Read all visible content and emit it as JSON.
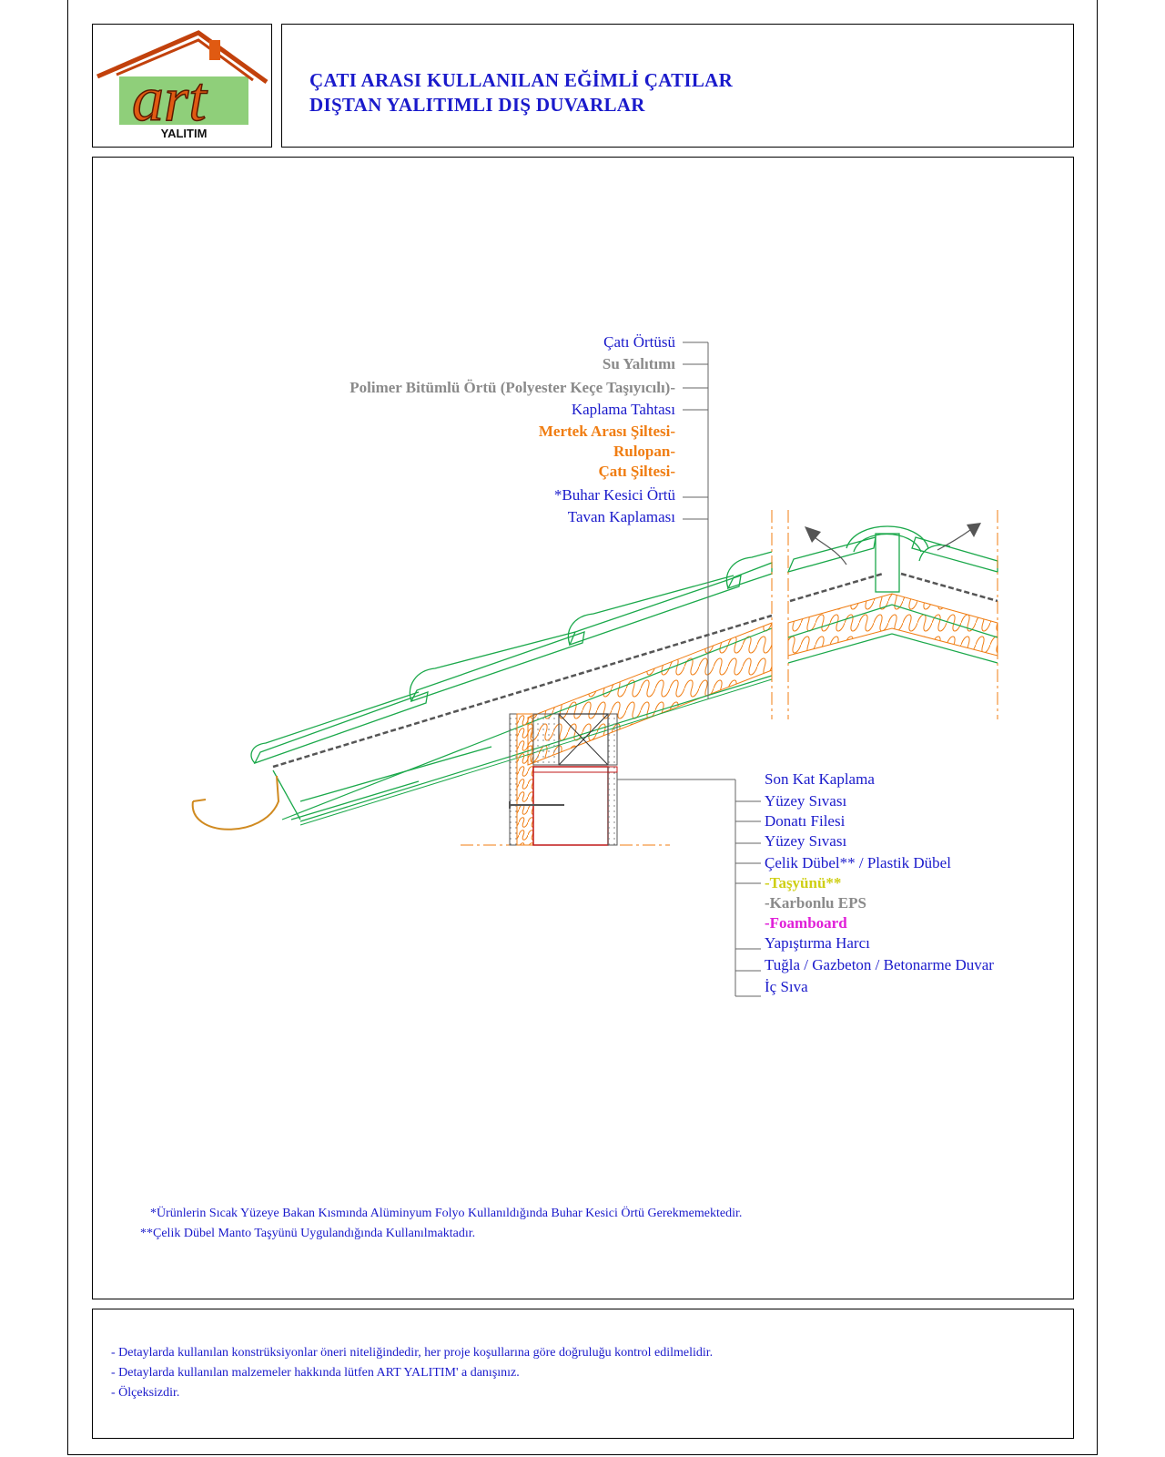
{
  "logo": {
    "brand": "art",
    "subtitle": "YALITIM"
  },
  "title": {
    "line1": "ÇATI ARASI KULLANILAN EĞİMLİ ÇATILAR",
    "line2": "DIŞTAN YALITIMLI DIŞ DUVARLAR"
  },
  "roof_labels": [
    {
      "text": "Çatı Örtüsü",
      "color": "#1a1acb"
    },
    {
      "text": "Su Yalıtımı",
      "color": "#8a8a8a"
    },
    {
      "text": "Polimer Bitümlü Örtü (Polyester Keçe Taşıyıcılı)-",
      "color": "#8a8a8a"
    },
    {
      "text": "Kaplama Tahtası",
      "color": "#1a1acb"
    },
    {
      "text": "Mertek Arası Şiltesi-",
      "color": "#f07d12"
    },
    {
      "text": "Rulopan-",
      "color": "#f07d12"
    },
    {
      "text": "Çatı Şiltesi-",
      "color": "#f07d12"
    },
    {
      "text": "*Buhar Kesici Örtü",
      "color": "#1a1acb"
    },
    {
      "text": "Tavan Kaplaması",
      "color": "#1a1acb"
    }
  ],
  "wall_labels": [
    {
      "text": "Son Kat Kaplama",
      "color": "#1a1acb"
    },
    {
      "text": "Yüzey Sıvası",
      "color": "#1a1acb"
    },
    {
      "text": "Donatı Filesi",
      "color": "#1a1acb"
    },
    {
      "text": "Yüzey Sıvası",
      "color": "#1a1acb"
    },
    {
      "text": "Çelik Dübel** / Plastik Dübel",
      "color": "#1a1acb"
    },
    {
      "text": "-Taşyünü**",
      "color": "#cfcf16"
    },
    {
      "text": "-Karbonlu EPS",
      "color": "#8a8a8a"
    },
    {
      "text": "-Foamboard",
      "color": "#e01ed8"
    },
    {
      "text": "Yapıştırma Harcı",
      "color": "#1a1acb"
    },
    {
      "text": "Tuğla / Gazbeton / Betonarme Duvar",
      "color": "#1a1acb"
    },
    {
      "text": "İç Sıva",
      "color": "#1a1acb"
    }
  ],
  "footnotes": {
    "note1": "*Ürünlerin Sıcak Yüzeye Bakan Kısmında Alüminyum Folyo Kullanıldığında Buhar Kesici Örtü Gerekmemektedir.",
    "note2": "**Çelik Dübel Manto Taşyünü Uygulandığında Kullanılmaktadır."
  },
  "notes": {
    "line1": "- Detaylarda kullanılan konstrüksiyonlar öneri niteliğindedir, her proje koşullarına göre doğruluğu kontrol edilmelidir.",
    "line2": "- Detaylarda kullanılan malzemeler hakkında lütfen ART YALITIM' a danışınız.",
    "line3": "- Ölçeksizdir."
  }
}
